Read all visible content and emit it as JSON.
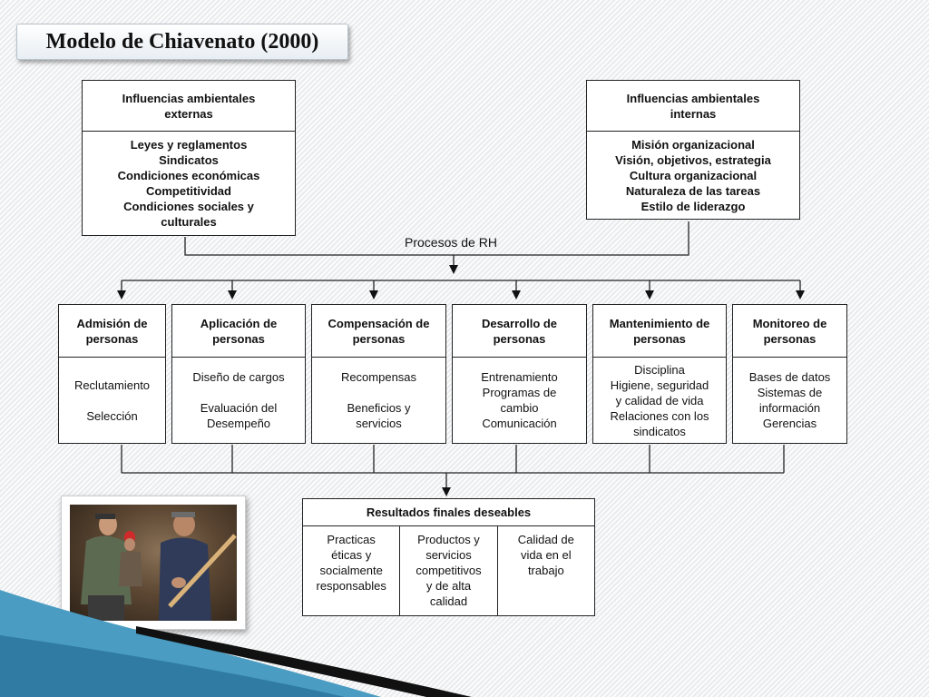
{
  "title": "Modelo de Chiavenato (2000)",
  "external": {
    "header": [
      "Influencias ambientales",
      "externas"
    ],
    "items": [
      "Leyes y reglamentos",
      "Sindicatos",
      "Condiciones económicas",
      "Competitividad",
      "Condiciones sociales y",
      "culturales"
    ]
  },
  "internal": {
    "header": [
      "Influencias ambientales",
      "internas"
    ],
    "items": [
      "Misión organizacional",
      "Visión, objetivos, estrategia",
      "Cultura organizacional",
      "Naturaleza de las tareas",
      "Estilo de liderazgo"
    ]
  },
  "processes_label": "Procesos de RH",
  "processes": [
    {
      "header": [
        "Admisión de",
        "personas"
      ],
      "items": [
        "Reclutamiento",
        "",
        "Selección"
      ]
    },
    {
      "header": [
        "Aplicación de",
        "personas"
      ],
      "items": [
        "Diseño de cargos",
        "",
        "Evaluación del",
        "Desempeño"
      ]
    },
    {
      "header": [
        "Compensación de",
        "personas"
      ],
      "items": [
        "Recompensas",
        "",
        "Beneficios y",
        "servicios"
      ]
    },
    {
      "header": [
        "Desarrollo de",
        "personas"
      ],
      "items": [
        "Entrenamiento",
        "Programas de",
        "cambio",
        "Comunicación"
      ]
    },
    {
      "header": [
        "Mantenimiento de",
        "personas"
      ],
      "items": [
        "Disciplina",
        "Higiene, seguridad",
        "y calidad de vida",
        "Relaciones con los",
        "sindicatos"
      ]
    },
    {
      "header": [
        "Monitoreo de",
        "personas"
      ],
      "items": [
        "Bases de datos",
        "Sistemas de",
        "información",
        "Gerencias"
      ]
    }
  ],
  "results": {
    "header": "Resultados finales deseables",
    "columns": [
      [
        "Practicas",
        "éticas y",
        "socialmente",
        "responsables"
      ],
      [
        "Productos y",
        "servicios",
        "competitivos",
        "y de alta",
        "calidad"
      ],
      [
        "Calidad de",
        "vida en el",
        "trabajo"
      ]
    ]
  }
}
